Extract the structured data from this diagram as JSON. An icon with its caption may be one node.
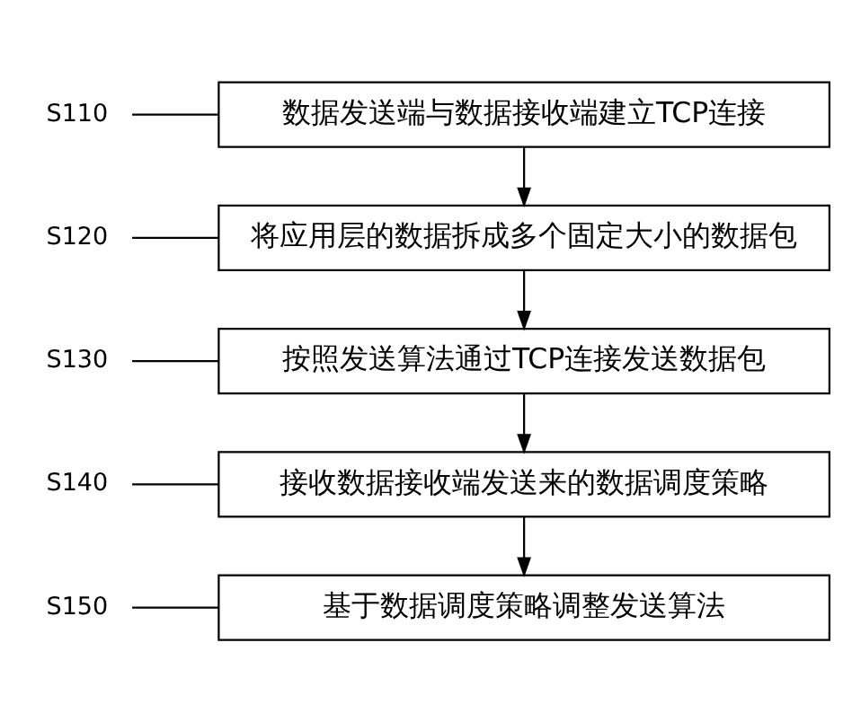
{
  "diagram": {
    "nodes": [
      {
        "text": [
          "S110"
        ]
      },
      {
        "text": [
          "数据发送端与数据接收端建立TCP连接"
        ]
      },
      {
        "text": [
          "S120"
        ]
      },
      {
        "text": [
          "将应用层的数据拆成多个固定大小的数据包"
        ]
      },
      {
        "text": [
          "S130"
        ]
      },
      {
        "text": [
          "按照发送算法通过TCP连接发送数据包"
        ]
      },
      {
        "text": [
          "S140"
        ]
      },
      {
        "text": [
          "接收数据接收端发送来的数据调度策略"
        ]
      },
      {
        "text": [
          "S150"
        ]
      },
      {
        "text": [
          "基于数据调度策略调整发送算法"
        ]
      }
    ],
    "edges": [
      {
        "from": 0,
        "to": 1,
        "arrow": "none"
      },
      {
        "from": 1,
        "to": 3,
        "arrow": "to"
      },
      {
        "from": 2,
        "to": 3,
        "arrow": "none"
      },
      {
        "from": 3,
        "to": 5,
        "arrow": "to"
      },
      {
        "from": 4,
        "to": 5,
        "arrow": "none"
      },
      {
        "from": 5,
        "to": 7,
        "arrow": "to"
      },
      {
        "from": 6,
        "to": 7,
        "arrow": "none"
      },
      {
        "from": 7,
        "to": 9,
        "arrow": "to"
      },
      {
        "from": 8,
        "to": 9,
        "arrow": "none"
      }
    ]
  }
}
